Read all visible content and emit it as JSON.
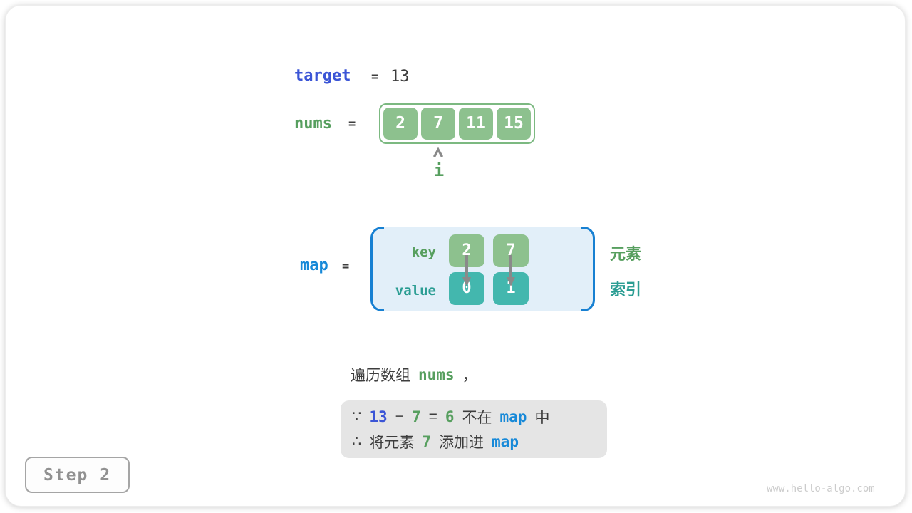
{
  "target_line": {
    "name": "target",
    "equals": "=",
    "value": "13"
  },
  "nums_line": {
    "name": "nums",
    "equals": "=",
    "cells": [
      "2",
      "7",
      "11",
      "15"
    ],
    "pointer_label": "i"
  },
  "map_block": {
    "name": "map",
    "equals": "=",
    "key_label": "key",
    "value_label": "value",
    "keys": [
      "2",
      "7"
    ],
    "values": [
      "0",
      "1"
    ],
    "key_annotation": "元素",
    "value_annotation": "索引"
  },
  "caption": {
    "before": "遍历数组",
    "code": "nums",
    "after": "，"
  },
  "note": {
    "because": "∵",
    "target_value": "13",
    "minus": "−",
    "element_value": "7",
    "equals": "=",
    "difference": "6",
    "not_in": "不在",
    "map_ref_1": "map",
    "in_suffix": "中",
    "therefore": "∴",
    "add_prefix": "将元素",
    "added_value": "7",
    "add_suffix": "添加进",
    "map_ref_2": "map"
  },
  "step_badge": {
    "label": "Step 2"
  },
  "watermark": {
    "text": "www.hello-algo.com"
  },
  "colors": {
    "accent_indigo": "#3b55d6",
    "accent_blue": "#1789d8",
    "green_text": "#579f5f",
    "teal_text": "#2b9d93",
    "green_box": "#8dc18e",
    "teal_box": "#43b7ae",
    "map_background": "#e2eff9",
    "bracket_blue": "#1780d2",
    "note_background": "#e5e5e5",
    "dark_text": "#3d3d3d",
    "arrow_gray": "#8a8a8a"
  }
}
